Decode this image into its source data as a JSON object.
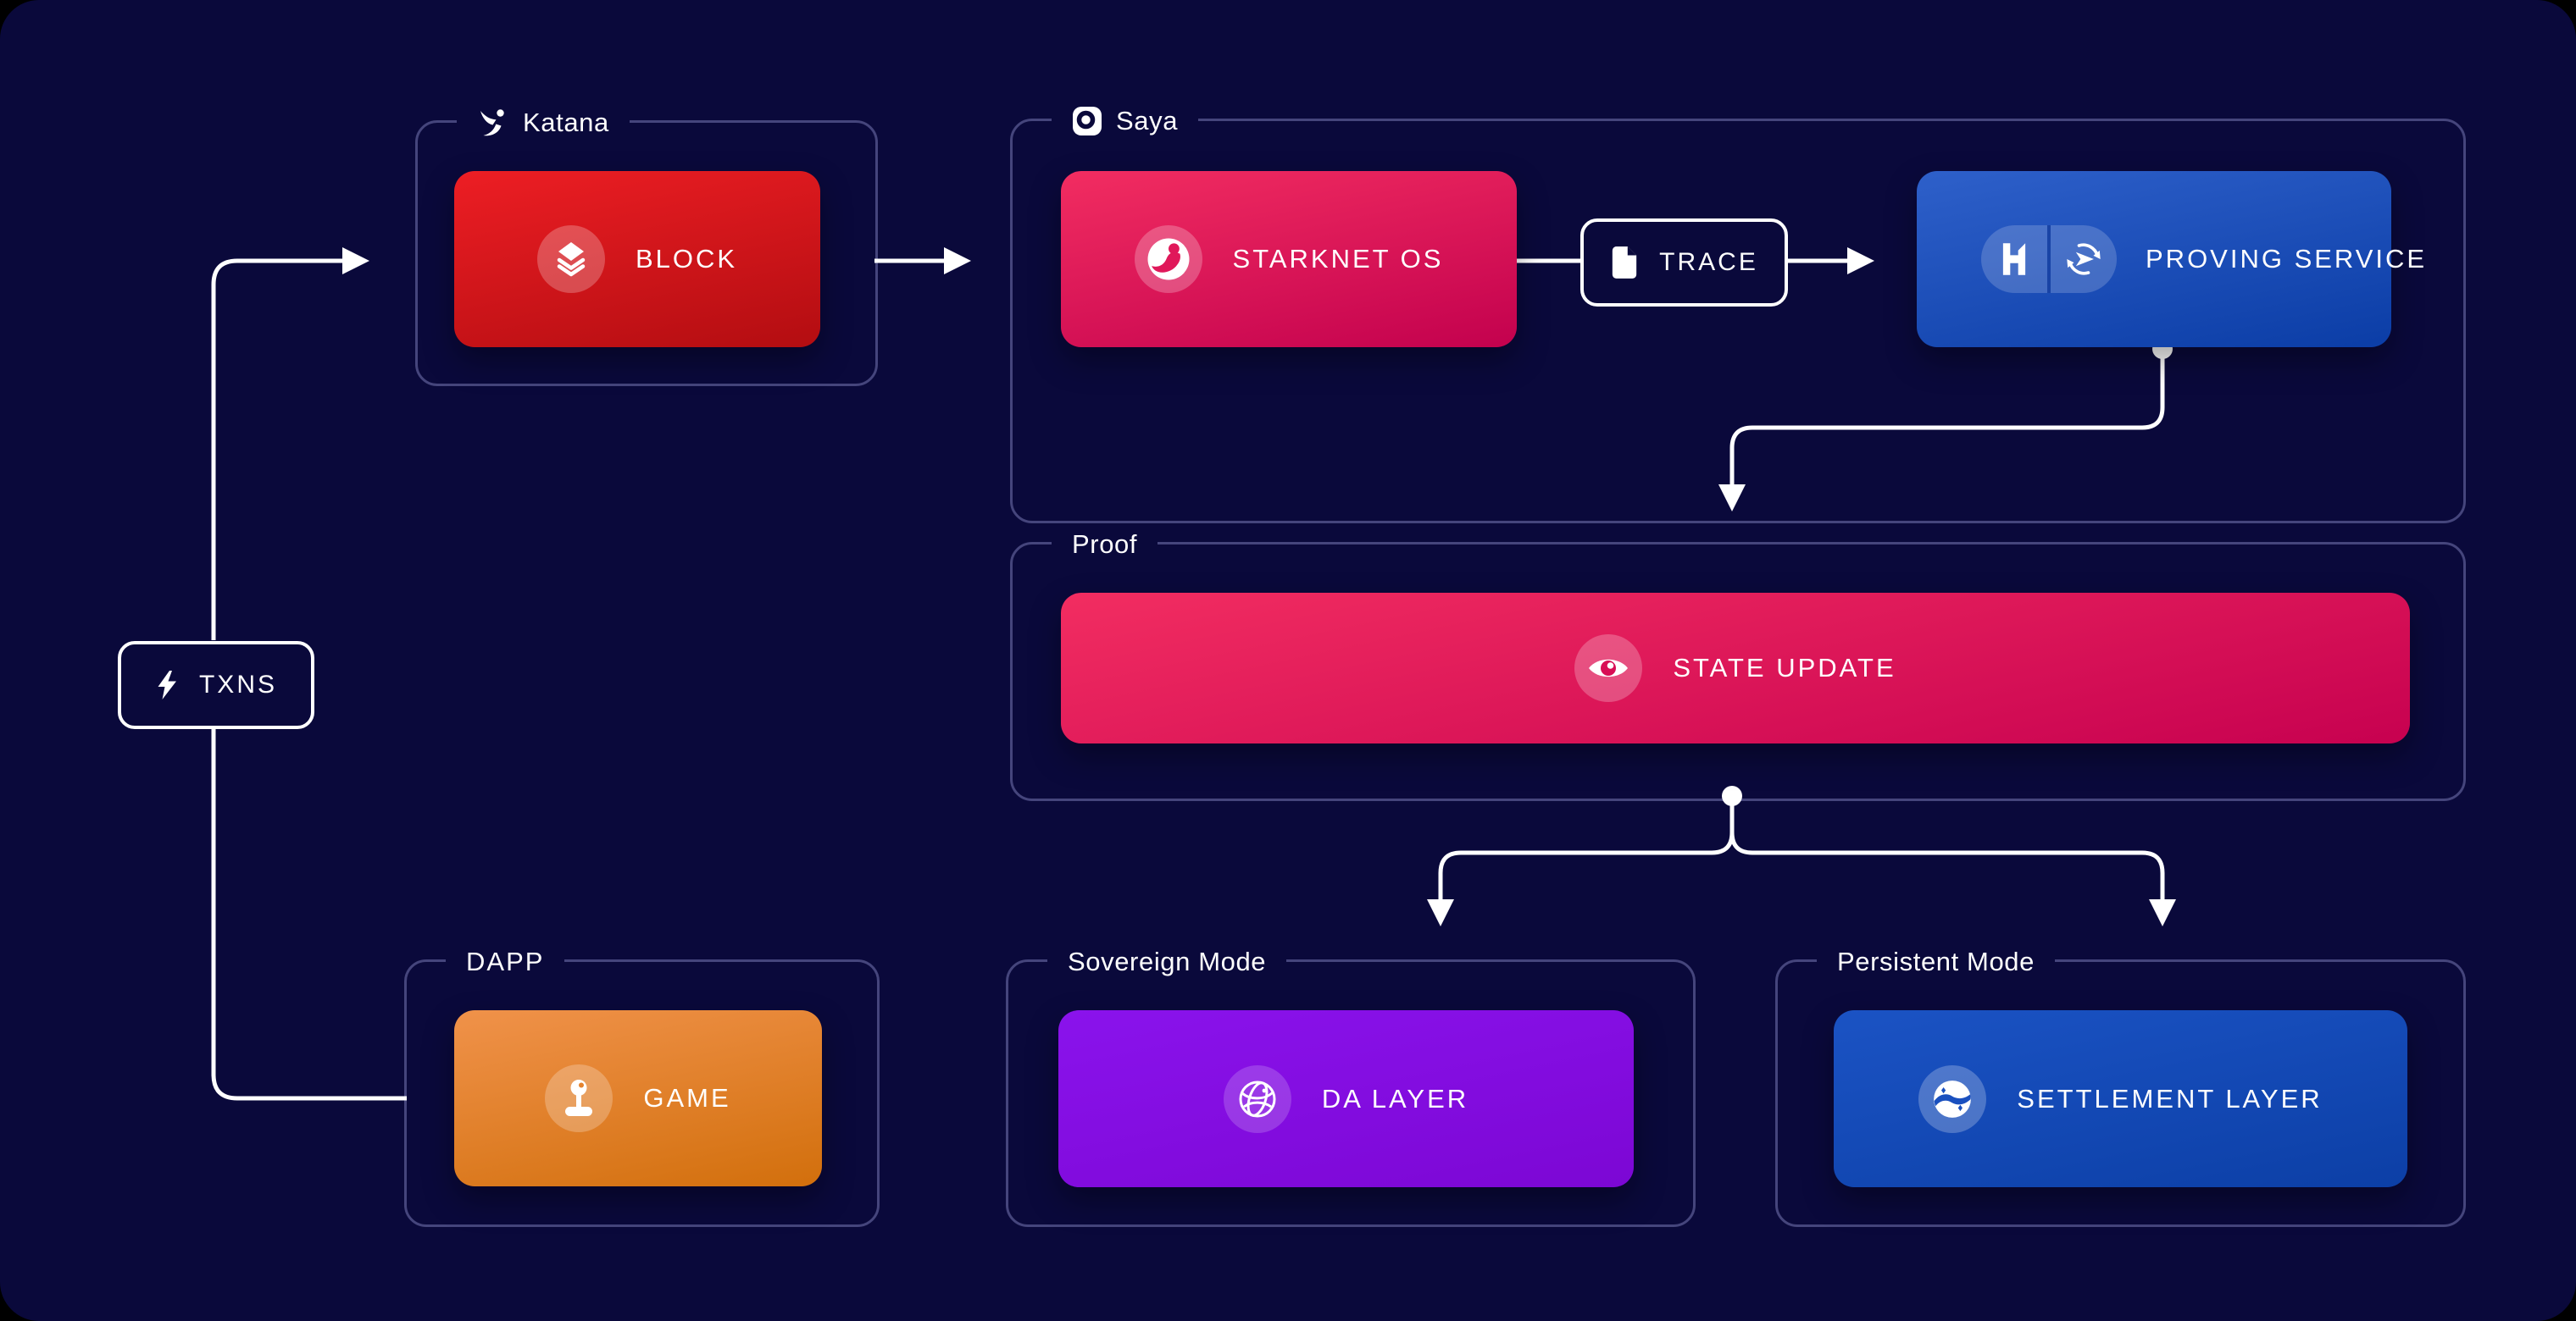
{
  "colors": {
    "background": "#0a093b",
    "outer_background": "#000000",
    "group_border": "#45457c",
    "wire": "#ffffff",
    "text": "#ffffff",
    "gradients": {
      "block": [
        "#ed1e24",
        "#b30d11"
      ],
      "starknet_os": [
        "#f22d61",
        "#c3014e"
      ],
      "proving_service": [
        "#2e60ca",
        "#0b3da6"
      ],
      "state_update": [
        "#f22d61",
        "#c70150"
      ],
      "game": [
        "#f0924a",
        "#d26f0c"
      ],
      "da_layer": [
        "#8a13ec",
        "#7c07d4"
      ],
      "settlement_layer": [
        "#1b53c4",
        "#0c3fa6"
      ]
    }
  },
  "groups": {
    "katana": {
      "label": "Katana",
      "icon": "katana-logo-icon"
    },
    "saya": {
      "label": "Saya",
      "icon": "saya-logo-icon"
    },
    "proof": {
      "label": "Proof"
    },
    "dapp": {
      "label": "DAPP"
    },
    "sovereign": {
      "label": "Sovereign Mode"
    },
    "persistent": {
      "label": "Persistent Mode"
    }
  },
  "nodes": {
    "txns": {
      "label": "TXNS",
      "icon": "lightning-icon"
    },
    "block": {
      "label": "BLOCK",
      "icon": "layers-icon"
    },
    "starknet_os": {
      "label": "STARKNET OS",
      "icon": "starknet-icon"
    },
    "trace": {
      "label": "TRACE",
      "icon": "document-icon"
    },
    "proving_service": {
      "label": "PROVING SERVICE",
      "icons": [
        "herodotus-h-icon",
        "circular-arrows-icon"
      ]
    },
    "state_update": {
      "label": "STATE UPDATE",
      "icon": "eye-icon"
    },
    "game": {
      "label": "GAME",
      "icon": "joystick-icon"
    },
    "da_layer": {
      "label": "DA LAYER",
      "icon": "globe-icon"
    },
    "settlement_layer": {
      "label": "SETTLEMENT LAYER",
      "icon": "planet-swirl-icon"
    }
  },
  "connections": [
    {
      "from": "txns",
      "to": "katana",
      "arrow": true
    },
    {
      "from": "txns",
      "to": "dapp",
      "arrow": false
    },
    {
      "from": "katana",
      "to": "saya",
      "arrow": true
    },
    {
      "from": "starknet_os",
      "to": "trace",
      "arrow": false
    },
    {
      "from": "trace",
      "to": "proving_service",
      "arrow": true
    },
    {
      "from": "proving_service",
      "to": "proof",
      "arrow": true
    },
    {
      "from": "proof",
      "to": "sovereign",
      "arrow": true
    },
    {
      "from": "proof",
      "to": "persistent",
      "arrow": true
    }
  ]
}
